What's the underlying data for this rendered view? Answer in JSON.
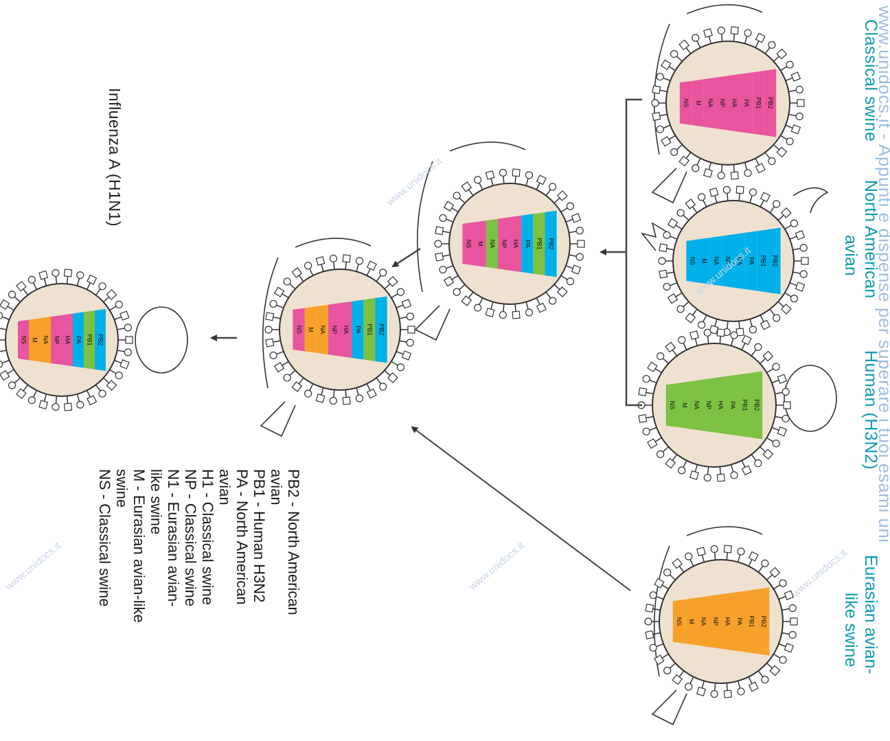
{
  "sources": [
    {
      "line1": "Classical swine",
      "line2": ""
    },
    {
      "line1": "North American",
      "line2": "avian"
    },
    {
      "line1": "Human (H3N2)",
      "line2": ""
    },
    {
      "line1": "Eurasian avian-",
      "line2": "like swine"
    }
  ],
  "result_title": "Influenza A (H1N1)",
  "legend": [
    "PB2 - North American",
    "avian",
    "PB1 - Human H3N2",
    "PA - North American",
    "avian",
    "H1 - Classical swine",
    "NP - Classical swine",
    "N1 - Eurasian avian-",
    "like swine",
    "M - Eurasian avian-like",
    "swine",
    "NS - Classical swine"
  ],
  "segment_labels": [
    "PB2",
    "PB1",
    "PA",
    "HA",
    "NP",
    "NA",
    "M",
    "NS"
  ],
  "colors": {
    "classical_swine": "#e8559e",
    "north_american_avian": "#00b0e8",
    "human_h3n2": "#7dc242",
    "eurasian_swine": "#f7a12b",
    "virion_fill": "#efe1d0",
    "outline": "#333333"
  },
  "watermarks": [
    "www.unidocs.it",
    "www.unidocs.it",
    "www.unidocs.it",
    "www.unidocs.it",
    "www.unidocs.it"
  ],
  "edge_watermark": "www.unidocs.it - Appunti e dispense per superare i tuoi esami uni"
}
